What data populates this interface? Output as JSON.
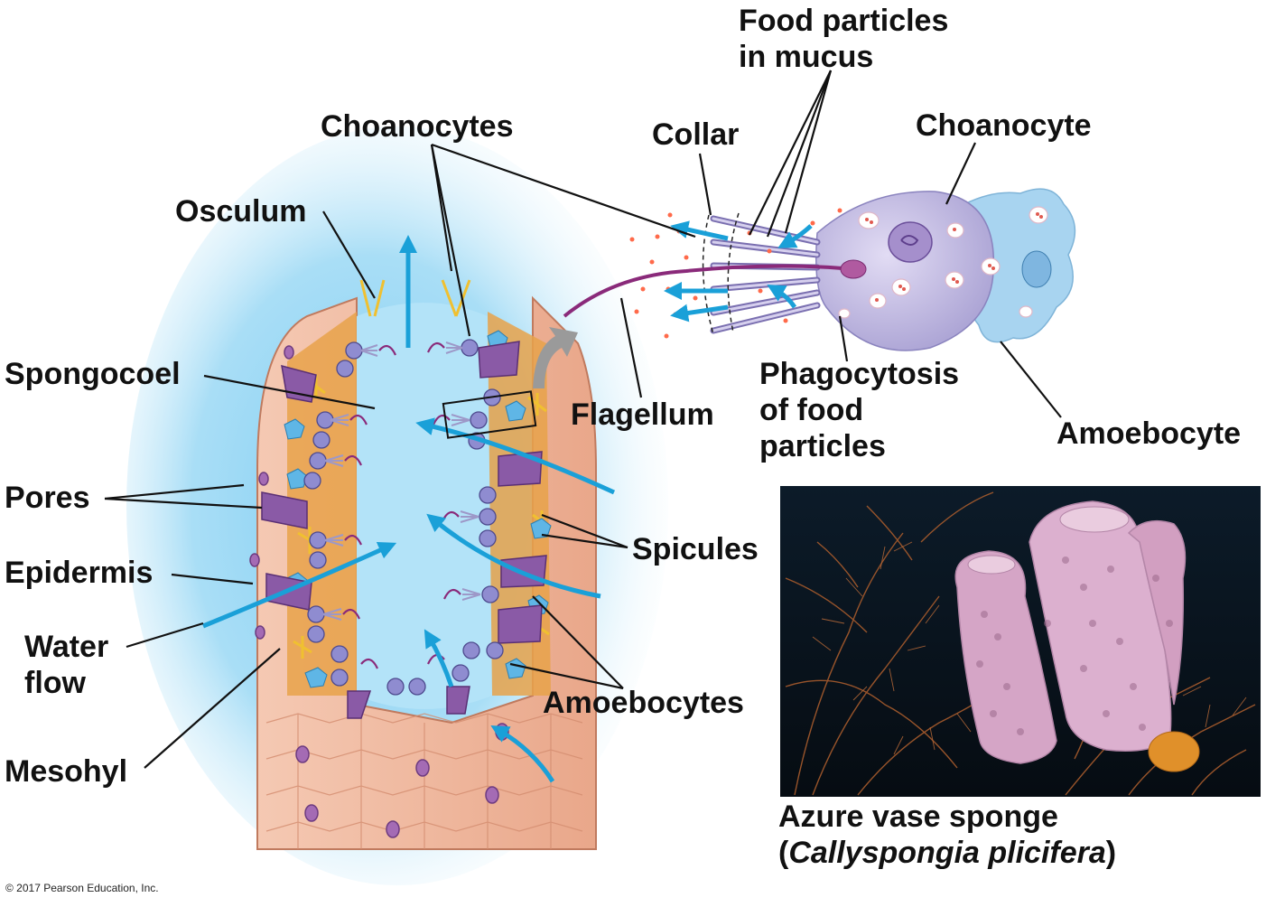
{
  "labels": {
    "food_particles": [
      "Food particles",
      "in mucus"
    ],
    "choanocytes": "Choanocytes",
    "collar": "Collar",
    "choanocyte": "Choanocyte",
    "osculum": "Osculum",
    "spongocoel": "Spongocoel",
    "flagellum": "Flagellum",
    "phagocytosis": [
      "Phagocytosis",
      "of food",
      "particles"
    ],
    "amoebocyte": "Amoebocyte",
    "pores": "Pores",
    "epidermis": "Epidermis",
    "spicules": "Spicules",
    "water_flow": [
      "Water",
      "flow"
    ],
    "amoebocytes": "Amoebocytes",
    "mesohyl": "Mesohyl"
  },
  "caption": {
    "line1": "Azure vase sponge",
    "open_paren": "(",
    "italic": "Callyspongia plicifera",
    "close_paren": ")"
  },
  "copyright": "© 2017 Pearson Education, Inc.",
  "colors": {
    "water_glow": "#8fd3f4",
    "body_wall": "#f0b49a",
    "mesohyl": "#e8a24a",
    "choanocyte": "#b8b2dc",
    "flagella": "#8a2a7a",
    "arrow": "#1aa0d8",
    "amoebocyte": "#a8d4f0",
    "photo_bg": "#0b1620",
    "sponge_pink": "#d9a9c8"
  }
}
